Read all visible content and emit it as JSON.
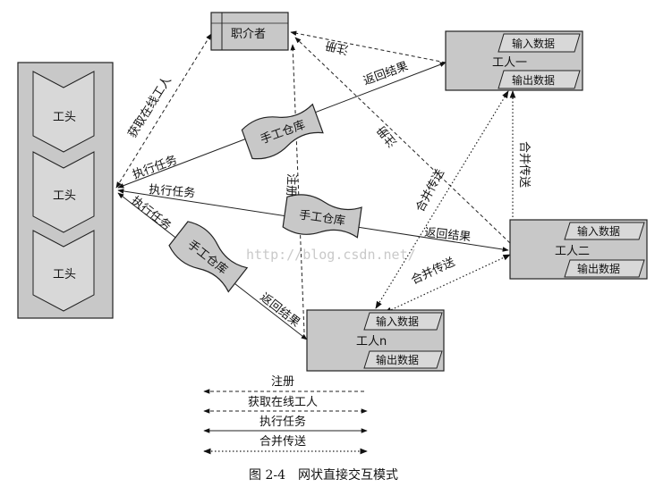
{
  "broker": {
    "label": "职介者"
  },
  "foremen": {
    "labels": [
      "工头",
      "工头",
      "工头"
    ]
  },
  "workers": [
    {
      "name": "工人一",
      "input_label": "输入数据",
      "output_label": "输出数据"
    },
    {
      "name": "工人二",
      "input_label": "输入数据",
      "output_label": "输出数据"
    },
    {
      "name": "工人n",
      "input_label": "输入数据",
      "output_label": "输出数据"
    }
  ],
  "warehouses": [
    "手工仓库",
    "手工仓库",
    "手工仓库"
  ],
  "edge_labels": {
    "get_online": "获取在线工人",
    "register_1": "注册",
    "return_1": "返回结果",
    "exec_1": "执行任务",
    "exec_2": "执行任务",
    "exec_3": "执行任务",
    "register_mid": "注册",
    "register_2": "注册",
    "merge_1": "合并传送",
    "merge_2": "合并传送",
    "return_2": "返回结果",
    "merge_3": "合并传送",
    "return_3": "返回结果"
  },
  "legend": {
    "register": "注册",
    "get_online": "获取在线工人",
    "execute": "执行任务",
    "merge": "合并传送"
  },
  "watermark": "http://blog.csdn.net/",
  "caption": "图 2-4　网状直接交互模式"
}
